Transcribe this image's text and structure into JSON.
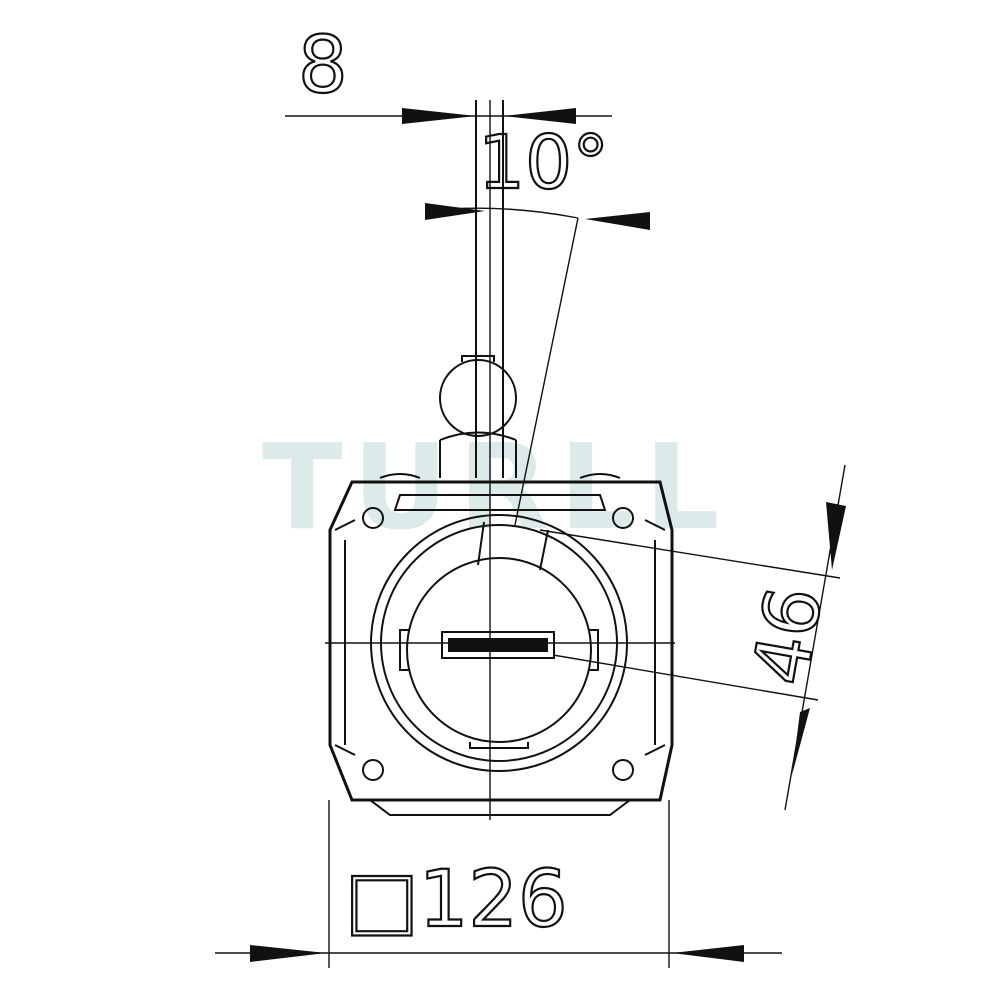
{
  "watermark": "TURLL",
  "dimensions": {
    "offset": "8",
    "angle": "10°",
    "slot_spacing": "46",
    "body_square": "□126"
  },
  "colors": {
    "line": "#111111",
    "watermark": "#d6e7e7",
    "background": "#ffffff"
  }
}
